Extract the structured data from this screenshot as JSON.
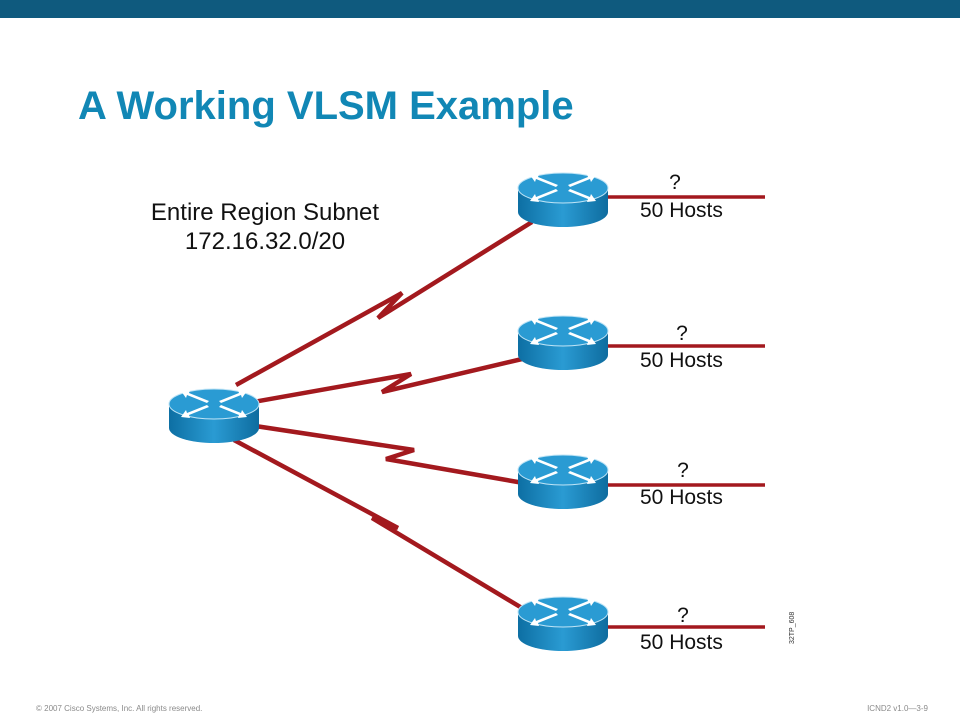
{
  "slide": {
    "title": "A Working VLSM Example",
    "region_label": {
      "line1": "Entire Region Subnet",
      "line2": "172.16.32.0/20"
    },
    "branches": [
      {
        "subnet": "?",
        "hosts": "50 Hosts"
      },
      {
        "subnet": "?",
        "hosts": "50 Hosts"
      },
      {
        "subnet": "?",
        "hosts": "50 Hosts"
      },
      {
        "subnet": "?",
        "hosts": "50 Hosts"
      }
    ],
    "figure_id": "32TP_608",
    "footer": {
      "copyright": "© 2007 Cisco Systems, Inc. All rights reserved.",
      "course": "ICND2 v1.0—3-9"
    },
    "colors": {
      "header_bar": "#0f5a7e",
      "title": "#1187b5",
      "links": "#a3191e",
      "router_body": "#1a87c0"
    }
  }
}
